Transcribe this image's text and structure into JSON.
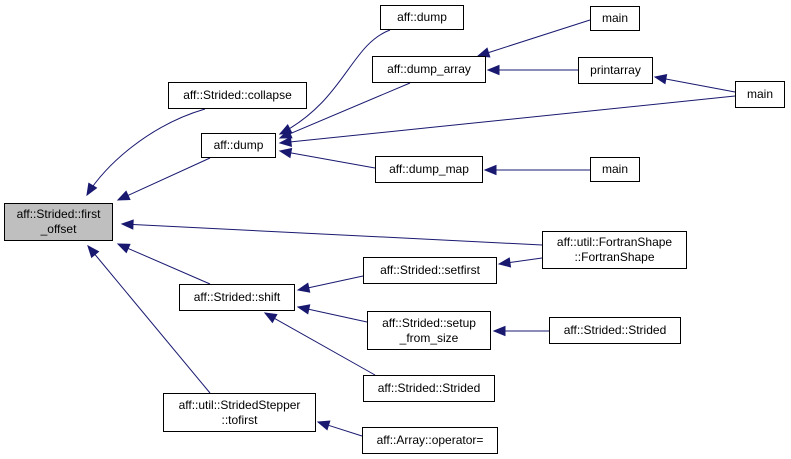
{
  "diagram": {
    "edge_color": "#191970",
    "current_fill": "#bfbfbf",
    "node_fill": "#ffffff",
    "nodes": {
      "first_offset": [
        "aff::Strided::first",
        "_offset"
      ],
      "collapse": [
        "aff::Strided::collapse"
      ],
      "dump_center": [
        "aff::dump"
      ],
      "dump_top": [
        "aff::dump"
      ],
      "dump_array": [
        "aff::dump_array"
      ],
      "dump_map": [
        "aff::dump_map"
      ],
      "main_top": [
        "main"
      ],
      "printarray": [
        "printarray"
      ],
      "main_right": [
        "main"
      ],
      "main_map": [
        "main"
      ],
      "fortranshape": [
        "aff::util::FortranShape",
        "::FortranShape"
      ],
      "shift": [
        "aff::Strided::shift"
      ],
      "setfirst": [
        "aff::Strided::setfirst"
      ],
      "setup_from_size": [
        "aff::Strided::setup",
        "_from_size"
      ],
      "strided_ctor_right": [
        "aff::Strided::Strided"
      ],
      "strided_ctor_bottom": [
        "aff::Strided::Strided"
      ],
      "tofirst": [
        "aff::util::StridedStepper",
        "::tofirst"
      ],
      "array_operator": [
        "aff::Array::operator="
      ]
    },
    "edges": [
      [
        "collapse",
        "first_offset"
      ],
      [
        "dump_center",
        "first_offset"
      ],
      [
        "fortranshape",
        "first_offset"
      ],
      [
        "shift",
        "first_offset"
      ],
      [
        "tofirst",
        "first_offset"
      ],
      [
        "dump_top",
        "dump_center"
      ],
      [
        "dump_array",
        "dump_center"
      ],
      [
        "main_right",
        "dump_center"
      ],
      [
        "dump_map",
        "dump_center"
      ],
      [
        "main_top",
        "dump_array"
      ],
      [
        "printarray",
        "dump_array"
      ],
      [
        "main_right",
        "printarray"
      ],
      [
        "main_map",
        "dump_map"
      ],
      [
        "fortranshape",
        "setfirst"
      ],
      [
        "setfirst",
        "shift"
      ],
      [
        "setup_from_size",
        "shift"
      ],
      [
        "strided_ctor_bottom",
        "shift"
      ],
      [
        "strided_ctor_right",
        "setup_from_size"
      ],
      [
        "array_operator",
        "tofirst"
      ]
    ]
  }
}
